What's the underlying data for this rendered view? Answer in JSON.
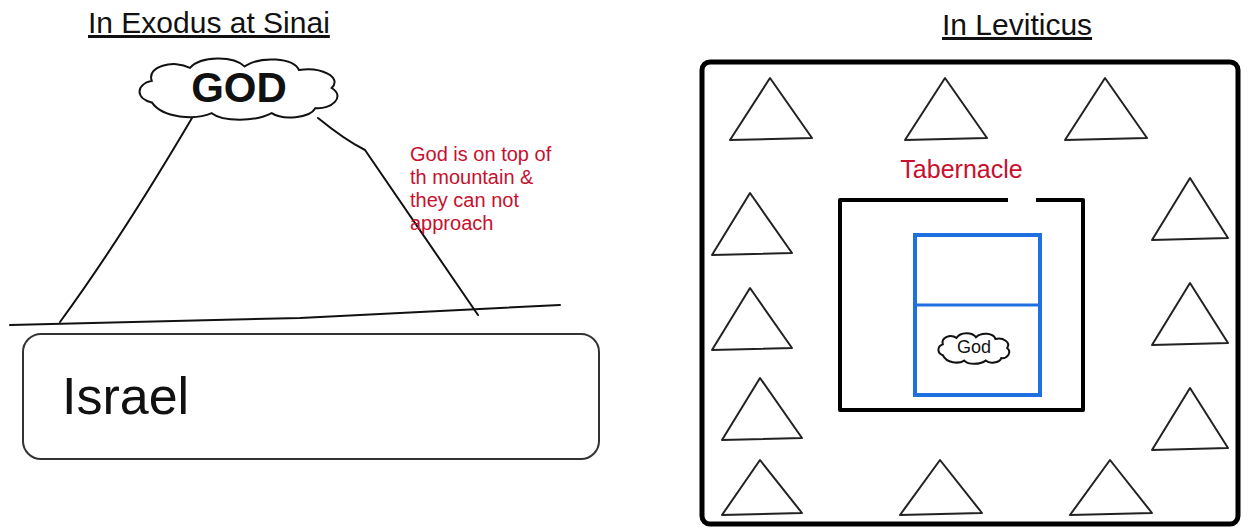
{
  "diagram": {
    "nodes": [
      {
        "text": [
          "GOD"
        ]
      },
      {
        "text": [
          "Israel"
        ]
      },
      {
        "text": [
          "Tabernacle"
        ]
      },
      {
        "text": [
          "God"
        ],
        "in": 2
      }
    ],
    "labels": [
      "In Exodus at Sinai",
      "God is on top of th mountain & they can not approach",
      "In Leviticus"
    ]
  }
}
